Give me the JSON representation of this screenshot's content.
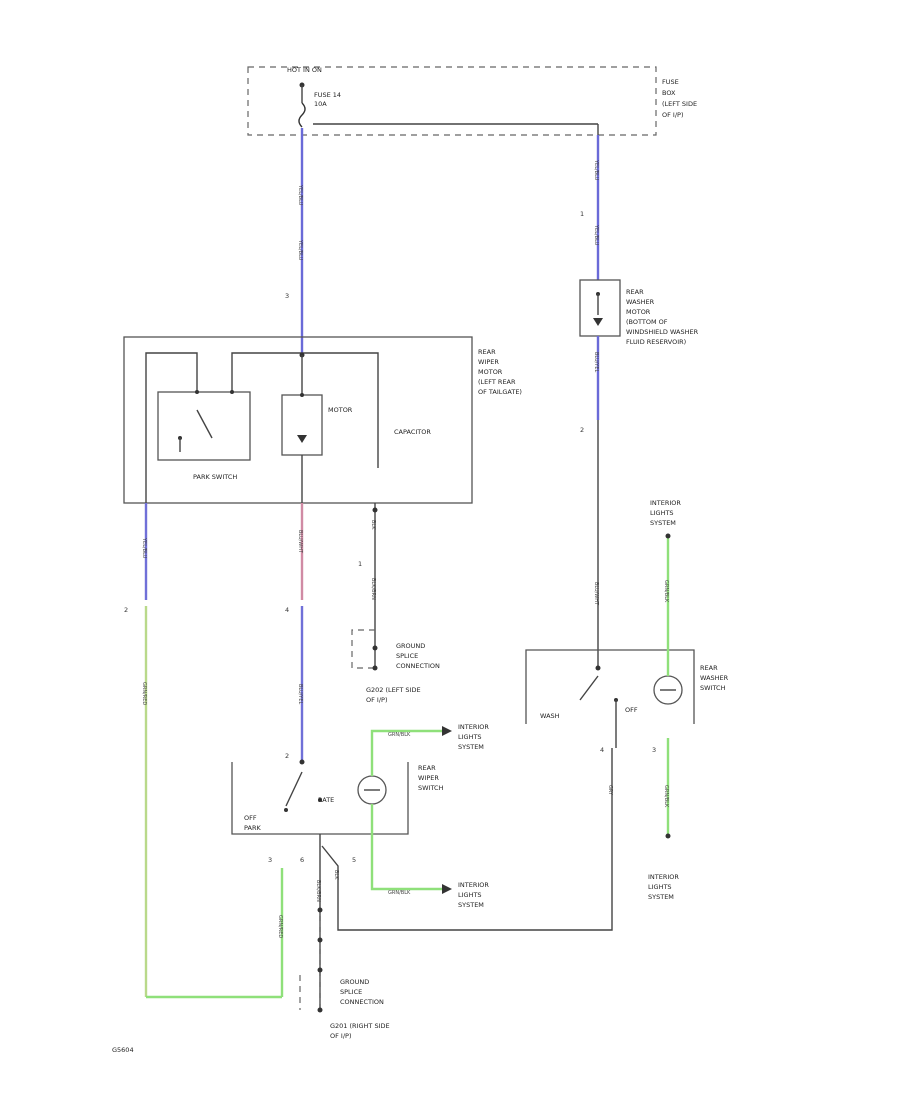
{
  "fuse_block": {
    "hot": "HOT IN ON",
    "fuse_line1": "FUSE 14",
    "fuse_line2": "10A",
    "loc1": "FUSE",
    "loc2": "BOX",
    "loc3": "(LEFT SIDE",
    "loc4": "OF I/P)"
  },
  "wiper_motor": {
    "l1": "REAR",
    "l2": "WIPER",
    "l3": "MOTOR",
    "l4": "(LEFT REAR",
    "l5": "OF TAILGATE)",
    "motor": "MOTOR",
    "capacitor": "CAPACITOR",
    "park_switch": "PARK SWITCH"
  },
  "washer_motor": {
    "l1": "REAR",
    "l2": "WASHER",
    "l3": "MOTOR",
    "l4": "(BOTTOM OF",
    "l5": "WINDSHIELD WASHER",
    "l6": "FLUID RESERVOIR)"
  },
  "splice_upper": {
    "l1": "GROUND",
    "l2": "SPLICE",
    "l3": "CONNECTION",
    "l4": "G202 (LEFT SIDE",
    "l5": "OF I/P)"
  },
  "splice_lower": {
    "l1": "GROUND",
    "l2": "SPLICE",
    "l3": "CONNECTION",
    "l4": "G201 (RIGHT SIDE",
    "l5": "OF I/P)"
  },
  "wiper_switch": {
    "l1": "REAR",
    "l2": "WIPER",
    "l3": "SWITCH",
    "off": "OFF",
    "park": "PARK",
    "rate": "RATE"
  },
  "washer_switch": {
    "l1": "REAR",
    "l2": "WASHER",
    "l3": "SWITCH",
    "wash": "WASH",
    "off": "OFF"
  },
  "interior_lights": {
    "l1": "INTERIOR",
    "l2": "LIGHTS",
    "l3": "SYSTEM"
  },
  "wires": {
    "yel_blu": "YEL/BLU",
    "blu_yel": "BLU/YEL",
    "blk": "BLK",
    "blk_brn": "BLK/BRN",
    "blu_wht": "BLU/WHT",
    "grn_red": "GRN/RED",
    "grn_blk": "GRN/BLK",
    "grn": "GRN",
    "yel_red": "YEL/RED",
    "blk_wht": "BLK/WHT",
    "gry": "GRY"
  },
  "pins": {
    "p1": "1",
    "p2": "2",
    "p3": "3",
    "p4": "4",
    "p5": "5",
    "p6": "6"
  },
  "figure_id": "G5604"
}
